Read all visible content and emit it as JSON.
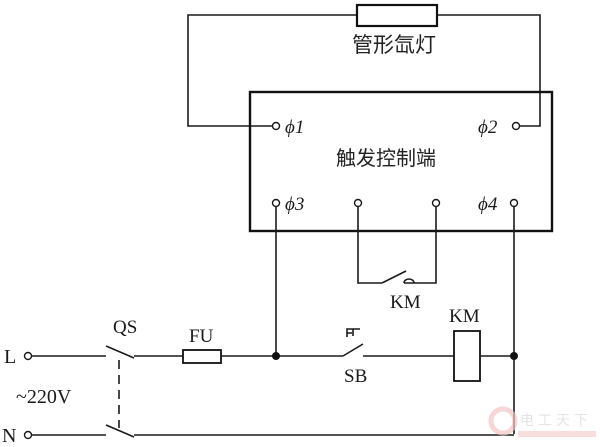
{
  "diagram": {
    "lamp_label": "管形氙灯",
    "controller_label": "触发控制端",
    "terminals": {
      "t1": "ϕ1",
      "t2": "ϕ2",
      "t3": "ϕ3",
      "t4": "ϕ4"
    },
    "aux_contact_label": "KM",
    "coil_label": "KM",
    "switch_label": "QS",
    "fuse_label": "FU",
    "button_label": "SB",
    "line_label": "L",
    "neutral_label": "N",
    "voltage_label": "~220V"
  },
  "watermark": {
    "text": "电工天下",
    "color": "#d9d9d9",
    "accent": "#f2b8b8"
  }
}
